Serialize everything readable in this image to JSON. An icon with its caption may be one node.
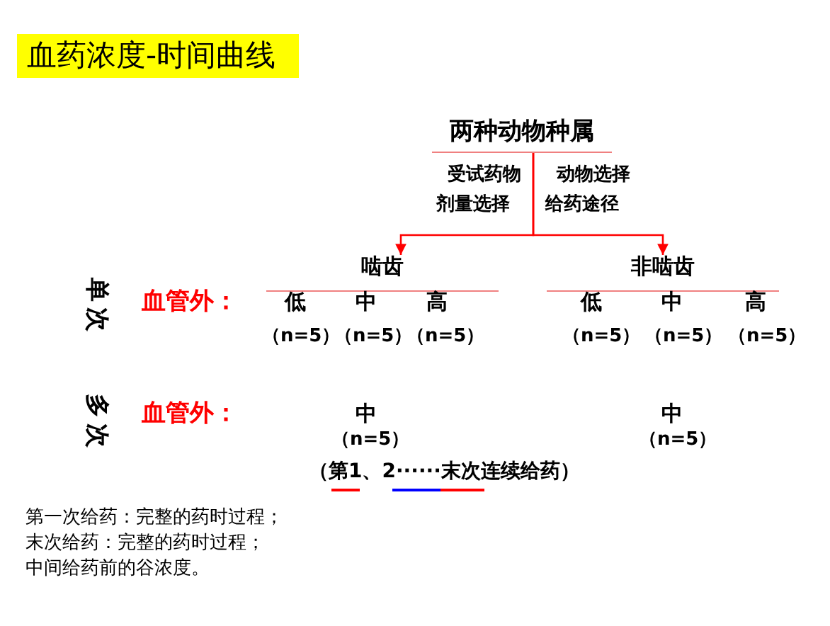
{
  "diagram": {
    "title": "血药浓度-时间曲线",
    "nodes": [
      {
        "text": [
          "两种动物种属"
        ]
      },
      {
        "text": [
          "啮齿"
        ]
      },
      {
        "text": [
          "非啮齿"
        ]
      }
    ],
    "edges": [
      {
        "from": 0,
        "to": 1,
        "arrow": "to",
        "color": "#ff0000"
      },
      {
        "from": 0,
        "to": 2,
        "arrow": "to",
        "color": "#ff0000"
      }
    ],
    "labels": [
      "受试药物",
      "动物选择",
      "剂量选择",
      "给药途径",
      "单次",
      "血管外：",
      "低",
      "中",
      "高",
      "低",
      "中",
      "高",
      "（n=5）",
      "（n=5）",
      "（n=5）",
      "（n=5）",
      "（n=5）",
      "（n=5）",
      "多次",
      "血管外：",
      "中",
      "中",
      "（n=5）",
      "（n=5）",
      "（第1、2······末次连续给药）",
      "第一次给药：完整的药时过程；",
      "末次给药：完整的药时过程；",
      "中间给药前的谷浓度。"
    ]
  }
}
